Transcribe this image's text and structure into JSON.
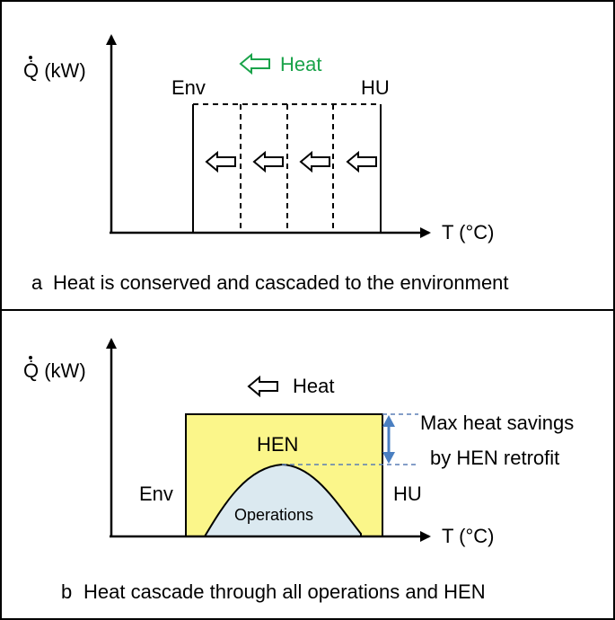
{
  "panel_a": {
    "y_axis_label": "Q̇ (kW)",
    "x_axis_label": "T (°C)",
    "heat_label": "Heat",
    "env_label": "Env",
    "hu_label": "HU",
    "caption_letter": "a",
    "caption_text": "Heat is conserved and cascaded to the environment",
    "colors": {
      "heat": "#1aa34a",
      "axis": "#000000"
    }
  },
  "panel_b": {
    "y_axis_label": "Q̇ (kW)",
    "x_axis_label": "T (°C)",
    "heat_label": "Heat",
    "hen_label": "HEN",
    "operations_label": "Operations",
    "env_label": "Env",
    "hu_label": "HU",
    "savings_line1": "Max heat savings",
    "savings_line2": "by HEN retrofit",
    "caption_letter": "b",
    "caption_text": "Heat cascade through all operations and HEN",
    "colors": {
      "hen_box": "#fbf68a",
      "operations": "#dbe9f0",
      "savings_arrow": "#4a7fc1",
      "dashed": "#5b7fb5"
    }
  }
}
